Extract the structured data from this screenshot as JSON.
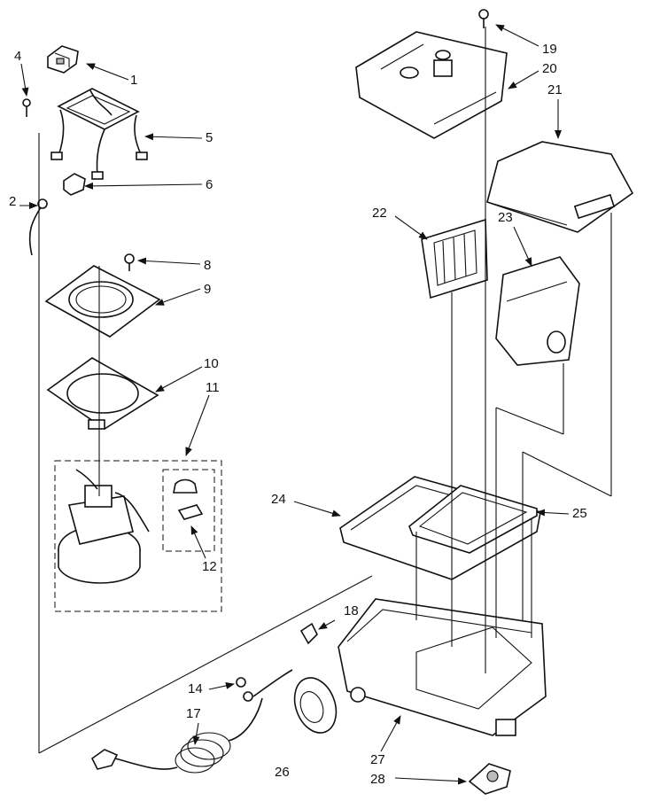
{
  "callouts": [
    {
      "id": "c1",
      "text": "1"
    },
    {
      "id": "c2",
      "text": "2"
    },
    {
      "id": "c4",
      "text": "4"
    },
    {
      "id": "c5",
      "text": "5"
    },
    {
      "id": "c6",
      "text": "6"
    },
    {
      "id": "c8",
      "text": "8"
    },
    {
      "id": "c9",
      "text": "9"
    },
    {
      "id": "c10",
      "text": "10"
    },
    {
      "id": "c11",
      "text": "11"
    },
    {
      "id": "c12",
      "text": "12"
    },
    {
      "id": "c14",
      "text": "14"
    },
    {
      "id": "c17",
      "text": "17"
    },
    {
      "id": "c18",
      "text": "18"
    },
    {
      "id": "c19",
      "text": "19"
    },
    {
      "id": "c20",
      "text": "20"
    },
    {
      "id": "c21",
      "text": "21"
    },
    {
      "id": "c22",
      "text": "22"
    },
    {
      "id": "c23",
      "text": "23"
    },
    {
      "id": "c24",
      "text": "24"
    },
    {
      "id": "c25",
      "text": "25"
    },
    {
      "id": "c26",
      "text": "26"
    },
    {
      "id": "c27",
      "text": "27"
    },
    {
      "id": "c28",
      "text": "28"
    }
  ]
}
